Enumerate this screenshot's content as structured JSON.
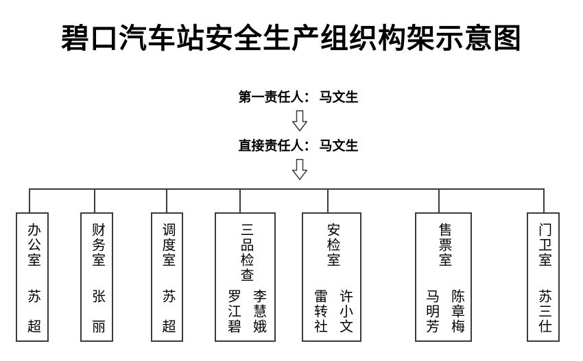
{
  "title": "碧口汽车站安全生产组织构架示意图",
  "leaders": {
    "first": {
      "label": "第一责任人：",
      "name": "马文生"
    },
    "direct": {
      "label": "直接责任人：",
      "name": "马文生"
    }
  },
  "icons": {
    "down_arrow": "⇩"
  },
  "colors": {
    "line": "#3a3a3a",
    "text": "#000000",
    "background": "#ffffff"
  },
  "departments": [
    {
      "dept": "办公室",
      "names": [
        "苏　超"
      ]
    },
    {
      "dept": "财务室",
      "names": [
        "张　丽"
      ]
    },
    {
      "dept": "调度室",
      "names": [
        "苏　超"
      ]
    },
    {
      "dept": "三品检查",
      "names": [
        "李慧娥",
        "罗江碧"
      ]
    },
    {
      "dept": "安检室",
      "names": [
        "许小文",
        "雷转社"
      ]
    },
    {
      "dept": "售票室",
      "names": [
        "陈章梅",
        "马明芳"
      ]
    },
    {
      "dept": "门卫室",
      "names": [
        "苏三仕"
      ]
    }
  ]
}
